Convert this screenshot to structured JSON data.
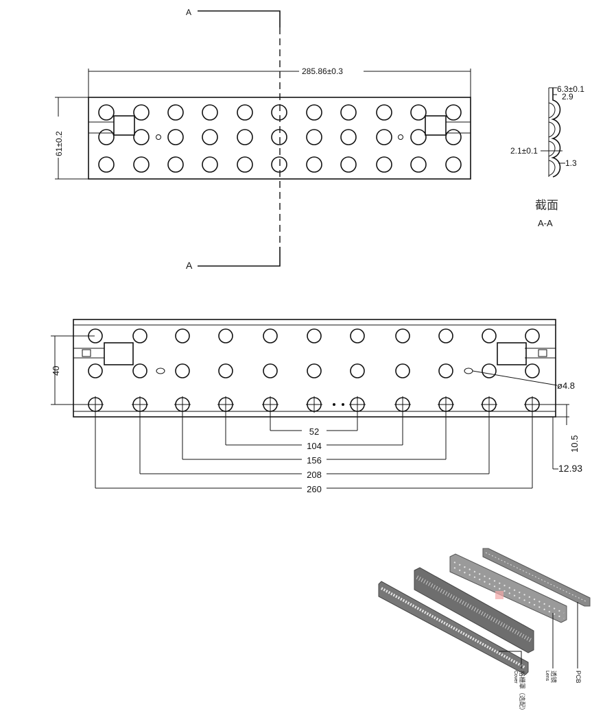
{
  "top_view": {
    "section_marker_top": "A",
    "section_marker_bottom": "A",
    "dim_length": "285.86±0.3",
    "dim_width": "61±0.2"
  },
  "section_view": {
    "dim_height": "6.3±0.1",
    "dim_2_9": "2.9",
    "dim_2_1": "2.1±0.1",
    "dim_1_3": "1.3",
    "label_cn": "截面",
    "label_aa": "A-A"
  },
  "front_view": {
    "dim_40": "40",
    "dim_hole": "ø4.8",
    "dim_10_5": "10.5",
    "dim_12_93": "12.93",
    "pitch_dims": [
      "52",
      "104",
      "156",
      "208",
      "260"
    ]
  },
  "exploded_view": {
    "cover_cn": "格栅罩（选配）",
    "cover_en": "Cover",
    "lens_cn": "透镜",
    "lens_en": "Lens",
    "pcb": "PCB",
    "accent_color": "#f2a7a7"
  }
}
